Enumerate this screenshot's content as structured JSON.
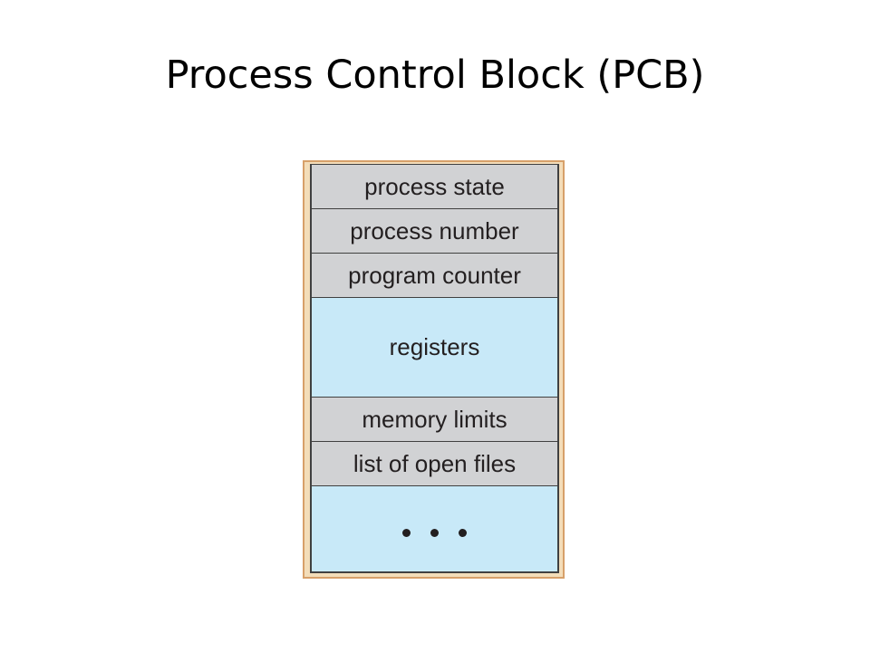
{
  "title": "Process Control Block (PCB)",
  "pcb": {
    "fields": [
      {
        "label": "process state",
        "fill": "#d1d2d4"
      },
      {
        "label": "process number",
        "fill": "#d1d2d4"
      },
      {
        "label": "program counter",
        "fill": "#d1d2d4"
      },
      {
        "label": "registers",
        "fill": "#c8e9f8"
      },
      {
        "label": "memory limits",
        "fill": "#d1d2d4"
      },
      {
        "label": "list of open files",
        "fill": "#d1d2d4"
      }
    ],
    "continuation": "• • •",
    "colors": {
      "frame_fill": "#f3ddb9",
      "frame_border": "#d7a06a",
      "row_border": "#404040"
    }
  }
}
